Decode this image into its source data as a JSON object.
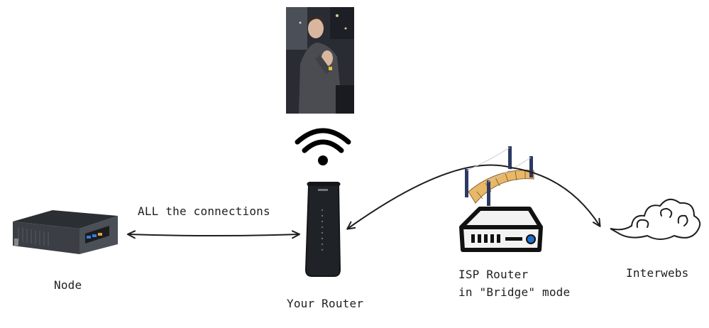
{
  "nodes": {
    "node": {
      "label": "Node"
    },
    "router": {
      "label": "Your Router"
    },
    "isp_router": {
      "label_line1": "ISP Router",
      "label_line2": "in \"Bridge\" mode"
    },
    "internet": {
      "label": "Interwebs"
    }
  },
  "edges": {
    "node_router": {
      "label": "ALL the connections"
    }
  },
  "icons": {
    "node": "mini-pc-icon",
    "wifi": "wifi-icon",
    "router": "tower-router-icon",
    "bridge": "rope-bridge-icon",
    "isp": "server-box-icon",
    "cloud": "cloud-icon"
  },
  "colors": {
    "stroke": "#1e1e1e",
    "isp_box": "#f2f2f2",
    "isp_light": "#1f6fd1",
    "bridge_wood": "#e8b868",
    "bridge_post": "#2c3a63"
  }
}
